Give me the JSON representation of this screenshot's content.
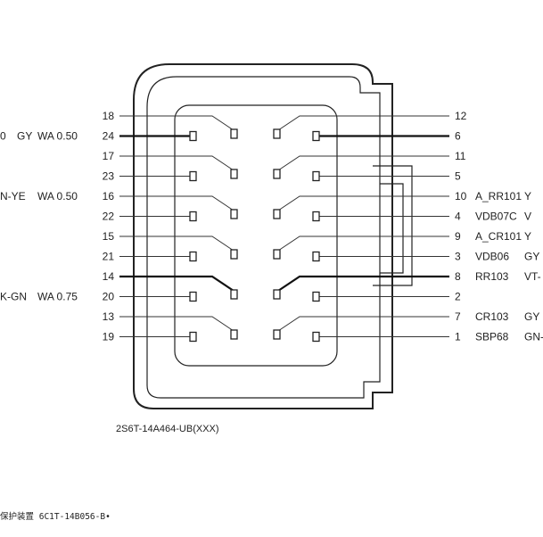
{
  "connector": {
    "part_number": "2S6T-14A464-UB(XXX)",
    "footer_note": "保护装置 6C1T-14B056-B•"
  },
  "left_pins": [
    {
      "pin": "18",
      "wire": "thin",
      "circuit": "",
      "color": "",
      "gauge": ""
    },
    {
      "pin": "24",
      "wire": "thick",
      "circuit": "0",
      "color": "GY",
      "gauge": "WA 0.50"
    },
    {
      "pin": "17",
      "wire": "thin",
      "circuit": "",
      "color": "",
      "gauge": ""
    },
    {
      "pin": "23",
      "wire": "thin",
      "circuit": "",
      "color": "",
      "gauge": ""
    },
    {
      "pin": "16",
      "wire": "thin",
      "circuit": "",
      "color": "N-YE",
      "gauge": "WA 0.50"
    },
    {
      "pin": "22",
      "wire": "thin",
      "circuit": "",
      "color": "",
      "gauge": ""
    },
    {
      "pin": "15",
      "wire": "thin",
      "circuit": "",
      "color": "",
      "gauge": ""
    },
    {
      "pin": "21",
      "wire": "thin",
      "circuit": "",
      "color": "",
      "gauge": ""
    },
    {
      "pin": "14",
      "wire": "thick",
      "circuit": "",
      "color": "",
      "gauge": ""
    },
    {
      "pin": "20",
      "wire": "thin",
      "circuit": "",
      "color": "K-GN",
      "gauge": "WA 0.75"
    },
    {
      "pin": "13",
      "wire": "thin",
      "circuit": "",
      "color": "",
      "gauge": ""
    },
    {
      "pin": "19",
      "wire": "thin",
      "circuit": "",
      "color": "",
      "gauge": ""
    }
  ],
  "right_pins": [
    {
      "pin": "12",
      "wire": "thin",
      "circuit": "",
      "color": ""
    },
    {
      "pin": "6",
      "wire": "thick",
      "circuit": "",
      "color": ""
    },
    {
      "pin": "11",
      "wire": "thin",
      "circuit": "",
      "color": ""
    },
    {
      "pin": "5",
      "wire": "thin",
      "circuit": "",
      "color": ""
    },
    {
      "pin": "10",
      "wire": "thin",
      "circuit": "A_RR101",
      "color": "Y"
    },
    {
      "pin": "4",
      "wire": "thin",
      "circuit": "VDB07C",
      "color": "V"
    },
    {
      "pin": "9",
      "wire": "thin",
      "circuit": "A_CR101",
      "color": "Y"
    },
    {
      "pin": "3",
      "wire": "thin",
      "circuit": "VDB06",
      "color": "GY"
    },
    {
      "pin": "8",
      "wire": "thick",
      "circuit": "RR103",
      "color": "VT-"
    },
    {
      "pin": "2",
      "wire": "thin",
      "circuit": "",
      "color": ""
    },
    {
      "pin": "7",
      "wire": "thin",
      "circuit": "CR103",
      "color": "GY"
    },
    {
      "pin": "1",
      "wire": "thin",
      "circuit": "SBP68",
      "color": "GN-"
    }
  ]
}
